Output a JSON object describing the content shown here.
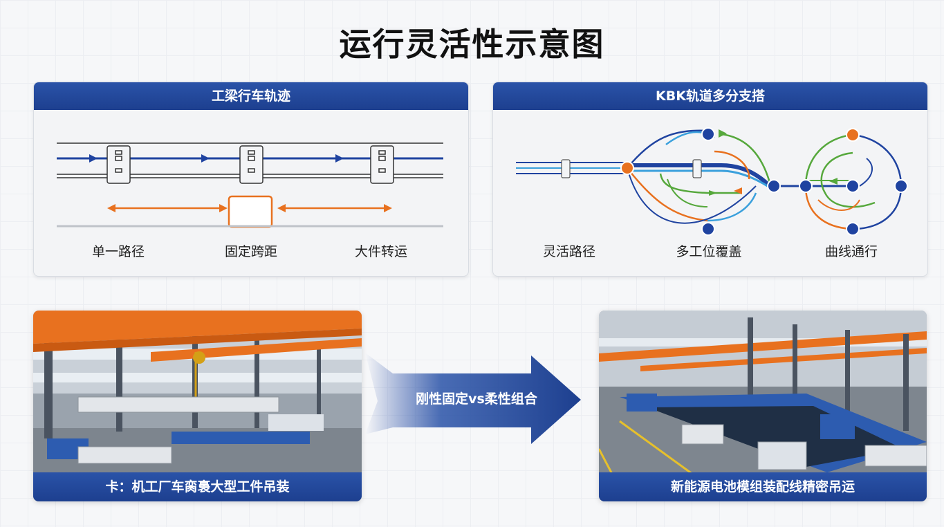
{
  "title": "运行灵活性示意图",
  "left_panel": {
    "header": "工梁行车轨迹",
    "labels": [
      "单一路径",
      "固定跨距",
      "大件转运"
    ]
  },
  "right_panel": {
    "header": "KBK轨道多分支搭",
    "labels": [
      "灵活路径",
      "多工位覆盖",
      "曲线通行"
    ]
  },
  "arrow": {
    "text": "刚性固定vs柔性组合"
  },
  "photos": {
    "left_caption": "卡：机工厂车脔裛大型工件吊装",
    "right_caption": "新能源电池模组装配线精密吊运"
  },
  "colors": {
    "brand_blue": "#1f43a0",
    "accent_orange": "#e8711f",
    "accent_green": "#56a83c",
    "accent_lightblue": "#3aa0dc"
  },
  "icons": [
    "trolley-icon",
    "node-icon",
    "direction-arrow-icon"
  ]
}
